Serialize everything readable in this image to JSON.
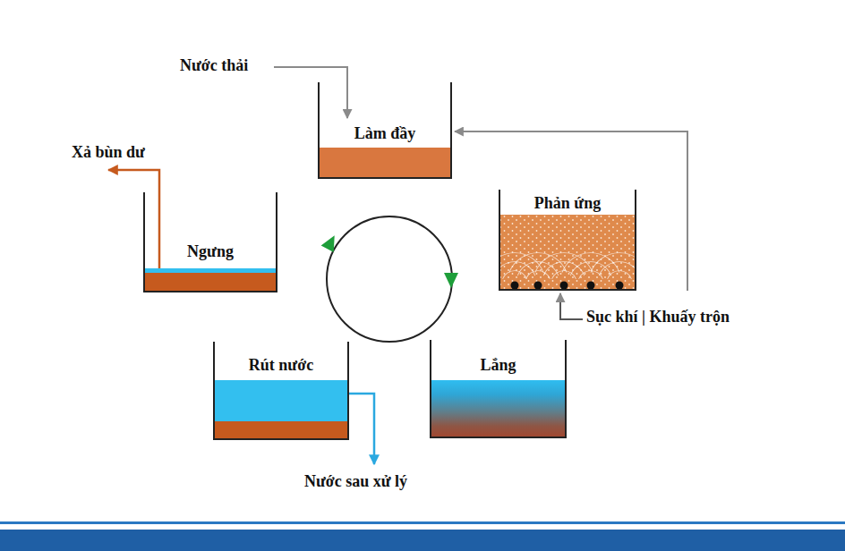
{
  "diagram": {
    "nodes": [
      {
        "text": [
          "Làm đầy"
        ]
      },
      {
        "text": [
          "Ngưng"
        ]
      },
      {
        "text": [
          "Phản ứng"
        ]
      },
      {
        "text": [
          "Rút nước"
        ]
      },
      {
        "text": [
          "Lắng"
        ]
      }
    ],
    "labels": [
      "Nước thải",
      "Xả bùn dư",
      "Sục khí | Khuấy trộn",
      "Nước sau xử lý"
    ]
  }
}
